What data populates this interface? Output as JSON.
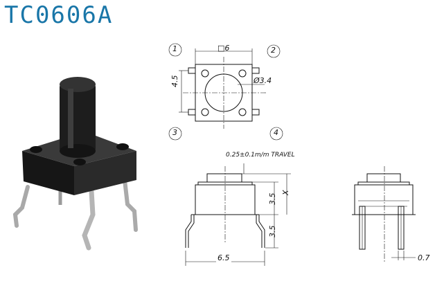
{
  "title": "TC0606A",
  "colors": {
    "title": "#1976a8",
    "body_dark": "#1e1e1e",
    "metal": "#b9b9b9"
  },
  "top_view": {
    "side_label": "□6",
    "hole_label": "Ø3.4",
    "pitch_label": "4.5",
    "pins": [
      "1",
      "2",
      "3",
      "4"
    ]
  },
  "front_view": {
    "travel_label": "0.25±0.1m/m TRAVEL",
    "height_label": "3.5",
    "lead_label": "3.5",
    "x_label": "X",
    "width_label": "6.5"
  },
  "side_view": {
    "lead_width_label": "0.7"
  }
}
